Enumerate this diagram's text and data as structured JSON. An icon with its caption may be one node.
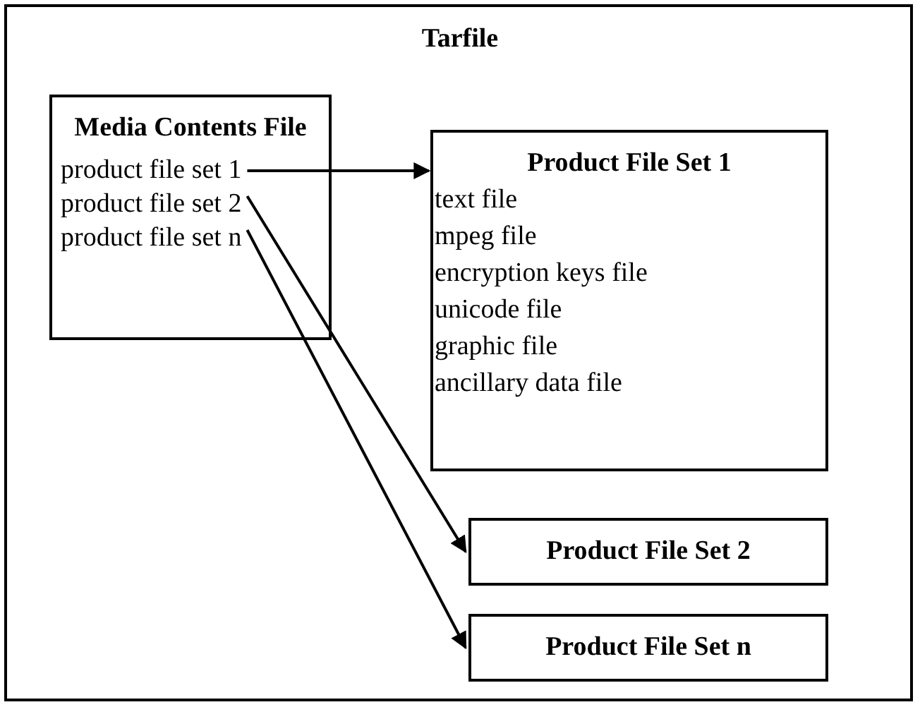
{
  "diagram": {
    "title": "Tarfile",
    "nodes": [
      {
        "text": [],
        "shape": "box"
      },
      {
        "text": [
          "Media Contents File"
        ],
        "in": 0
      },
      {
        "text": [
          "product file set 1"
        ],
        "in": 1
      },
      {
        "text": [
          "product file set 2"
        ],
        "in": 1
      },
      {
        "text": [
          "product file set n"
        ],
        "in": 1
      },
      {
        "text": [
          "Product File Set 1",
          "text file",
          "mpeg file",
          "encryption keys file",
          "unicode file",
          "graphic file",
          "ancillary data file"
        ],
        "in": 0
      },
      {
        "text": [
          "Product File Set 2"
        ],
        "in": 0
      },
      {
        "text": [
          "Product File Set n"
        ],
        "in": 0
      }
    ],
    "edges": [
      {
        "from": 2,
        "to": 5,
        "arrow": "to"
      },
      {
        "from": 3,
        "to": 6,
        "arrow": "to"
      },
      {
        "from": 4,
        "to": 7,
        "arrow": "to"
      }
    ]
  }
}
